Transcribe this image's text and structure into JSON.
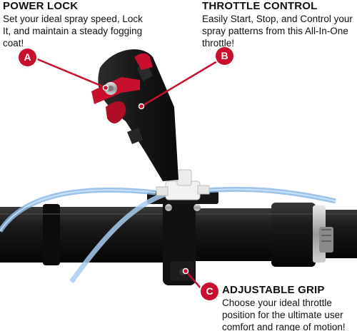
{
  "colors": {
    "accent_red": "#c8102e",
    "tube_black": "#141414",
    "hose_blue": "#9ec4ea",
    "background": "#ffffff"
  },
  "callouts": {
    "power_lock": {
      "marker": "A",
      "title": "POWER LOCK",
      "description": "Set your ideal spray speed, Lock It, and maintain a steady fogging coat!"
    },
    "throttle_control": {
      "marker": "B",
      "title": "THROTTLE CONTROL",
      "description": "Easily Start, Stop, and Control your spray patterns from this All-In-One throttle!"
    },
    "adjustable_grip": {
      "marker": "C",
      "title": "ADJUSTABLE GRIP",
      "description": "Choose your ideal throttle position for the ultimate user comfort and range of motion!"
    }
  }
}
